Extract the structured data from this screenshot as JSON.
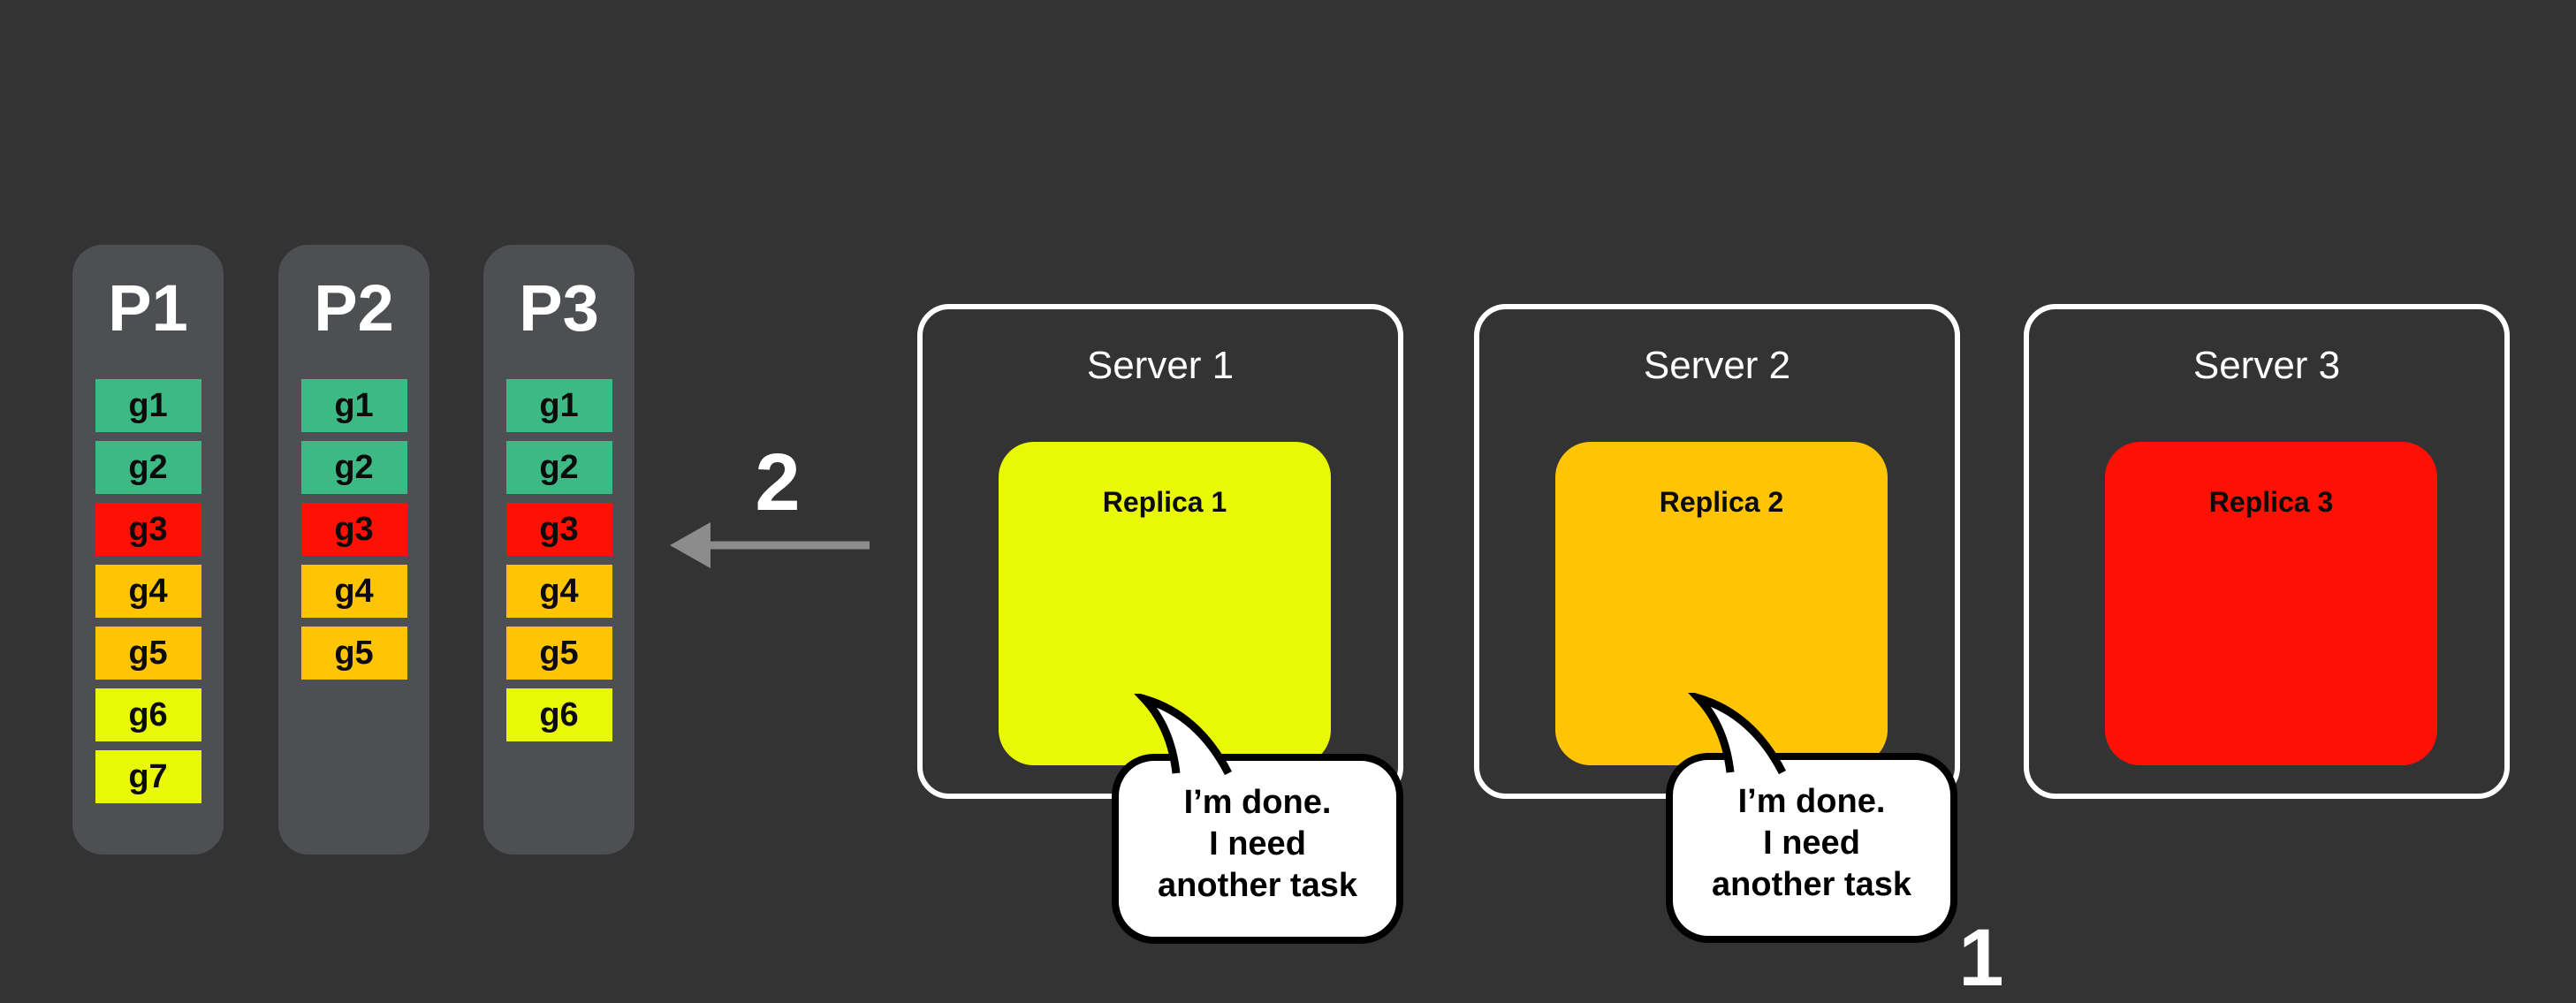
{
  "background": "#333333",
  "partitions": [
    {
      "label": "P1",
      "tasks": [
        {
          "id": "g1",
          "color": "#3CB984"
        },
        {
          "id": "g2",
          "color": "#3CB984"
        },
        {
          "id": "g3",
          "color": "#FF1005"
        },
        {
          "id": "g4",
          "color": "#FFC403"
        },
        {
          "id": "g5",
          "color": "#FFC403"
        },
        {
          "id": "g6",
          "color": "#E9F807"
        },
        {
          "id": "g7",
          "color": "#E9F807"
        }
      ]
    },
    {
      "label": "P2",
      "tasks": [
        {
          "id": "g1",
          "color": "#3CB984"
        },
        {
          "id": "g2",
          "color": "#3CB984"
        },
        {
          "id": "g3",
          "color": "#FF1005"
        },
        {
          "id": "g4",
          "color": "#FFC403"
        },
        {
          "id": "g5",
          "color": "#FFC403"
        }
      ]
    },
    {
      "label": "P3",
      "tasks": [
        {
          "id": "g1",
          "color": "#3CB984"
        },
        {
          "id": "g2",
          "color": "#3CB984"
        },
        {
          "id": "g3",
          "color": "#FF1005"
        },
        {
          "id": "g4",
          "color": "#FFC403"
        },
        {
          "id": "g5",
          "color": "#FFC403"
        },
        {
          "id": "g6",
          "color": "#E9F807"
        }
      ]
    }
  ],
  "arrow": {
    "label": "2",
    "color": "#8C8C8C",
    "direction": "left"
  },
  "servers": [
    {
      "label": "Server 1",
      "replica": {
        "label": "Replica 1",
        "color": "#E9F807"
      },
      "bubble": {
        "lines": [
          "I’m done.",
          "I need",
          "another task"
        ]
      }
    },
    {
      "label": "Server 2",
      "replica": {
        "label": "Replica 2",
        "color": "#FFC403"
      },
      "bubble": {
        "lines": [
          "I’m done.",
          "I need",
          "another task"
        ]
      }
    },
    {
      "label": "Server 3",
      "replica": {
        "label": "Replica 3",
        "color": "#FF1005"
      }
    }
  ],
  "step_bottom_label": "1"
}
